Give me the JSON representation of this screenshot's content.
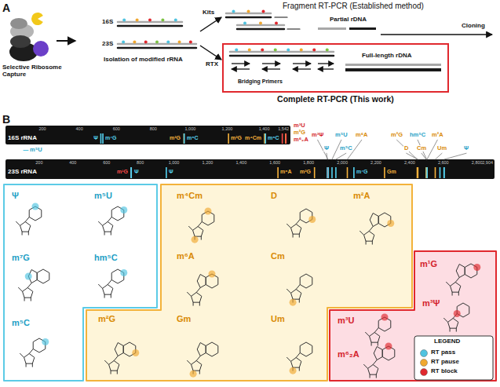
{
  "diagram": {
    "nodes": [
      {
        "text": [
          "Complete RT-PCR (This work)",
          "Bridging Primers",
          "Full-length rDNA"
        ]
      },
      {
        "text": [
          "16S rRNA",
          "200",
          "400",
          "600",
          "800",
          "1,000",
          "1,200",
          "1,400",
          "1,542",
          "Ψ",
          "m⁷G",
          "m²G",
          "m⁵C",
          "m²G",
          "m⁴Cm",
          "m⁵C"
        ]
      },
      {
        "text": [
          "23S rRNA",
          "200",
          "400",
          "600",
          "800",
          "1,000",
          "1,200",
          "1,400",
          "1,600",
          "1,800",
          "2,000",
          "2,200",
          "2,400",
          "2,600",
          "2,800",
          "2,904",
          "m¹G",
          "Ψ",
          "Ψ",
          "m⁶A",
          "m²G",
          "m⁷G",
          "Gm"
        ]
      },
      {
        "text": [
          "Ψ",
          "m⁵U",
          "m⁷G",
          "hm⁵C",
          "m⁵C"
        ]
      },
      {
        "text": [
          "m⁴Cm",
          "D",
          "m²A",
          "m⁶A",
          "Cm",
          "m²G",
          "Gm",
          "Um"
        ]
      },
      {
        "text": [
          "m¹G",
          "m³Ψ",
          "m³U",
          "m⁶₂A"
        ]
      }
    ],
    "labels": [
      "A",
      "Selective Ribosome Capture",
      "16S",
      "23S",
      "Isolation of modified rRNA",
      "Fragment RT-PCR (Established method)",
      "Kits",
      "RTX",
      "Partial rDNA",
      "Cloning",
      "B",
      "m⁵U",
      "m³U",
      "m²G",
      "m⁶₂A",
      "m³Ψ",
      "Ψ",
      "m⁵U",
      "m⁵C",
      "m⁶A",
      "m²G",
      "hm⁵C",
      "m²A",
      "D",
      "Cm",
      "Um",
      "Ψ",
      "LEGEND"
    ],
    "legend": [
      {
        "text": "RT pass",
        "color": "#4fc3e0"
      },
      {
        "text": "RT pause",
        "color": "#f0a830"
      },
      {
        "text": "RT block",
        "color": "#e0282e"
      }
    ]
  }
}
